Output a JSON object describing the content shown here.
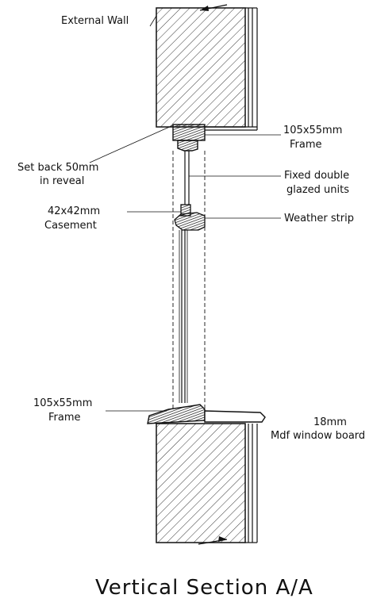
{
  "title": "Vertical Section A/A",
  "labels": {
    "external_wall": "External Wall",
    "frame_top_size": "105x55mm",
    "frame_top_name": "Frame",
    "set_back_line1": "Set back 50mm",
    "set_back_line2": "in reveal",
    "fixed_glazing_line1": "Fixed double",
    "fixed_glazing_line2": "glazed units",
    "casement_size": "42x42mm",
    "casement_name": "Casement",
    "weather_strip": "Weather strip",
    "frame_bottom_size": "105x55mm",
    "frame_bottom_name": "Frame",
    "board_size": "18mm",
    "board_name": "Mdf window board"
  }
}
